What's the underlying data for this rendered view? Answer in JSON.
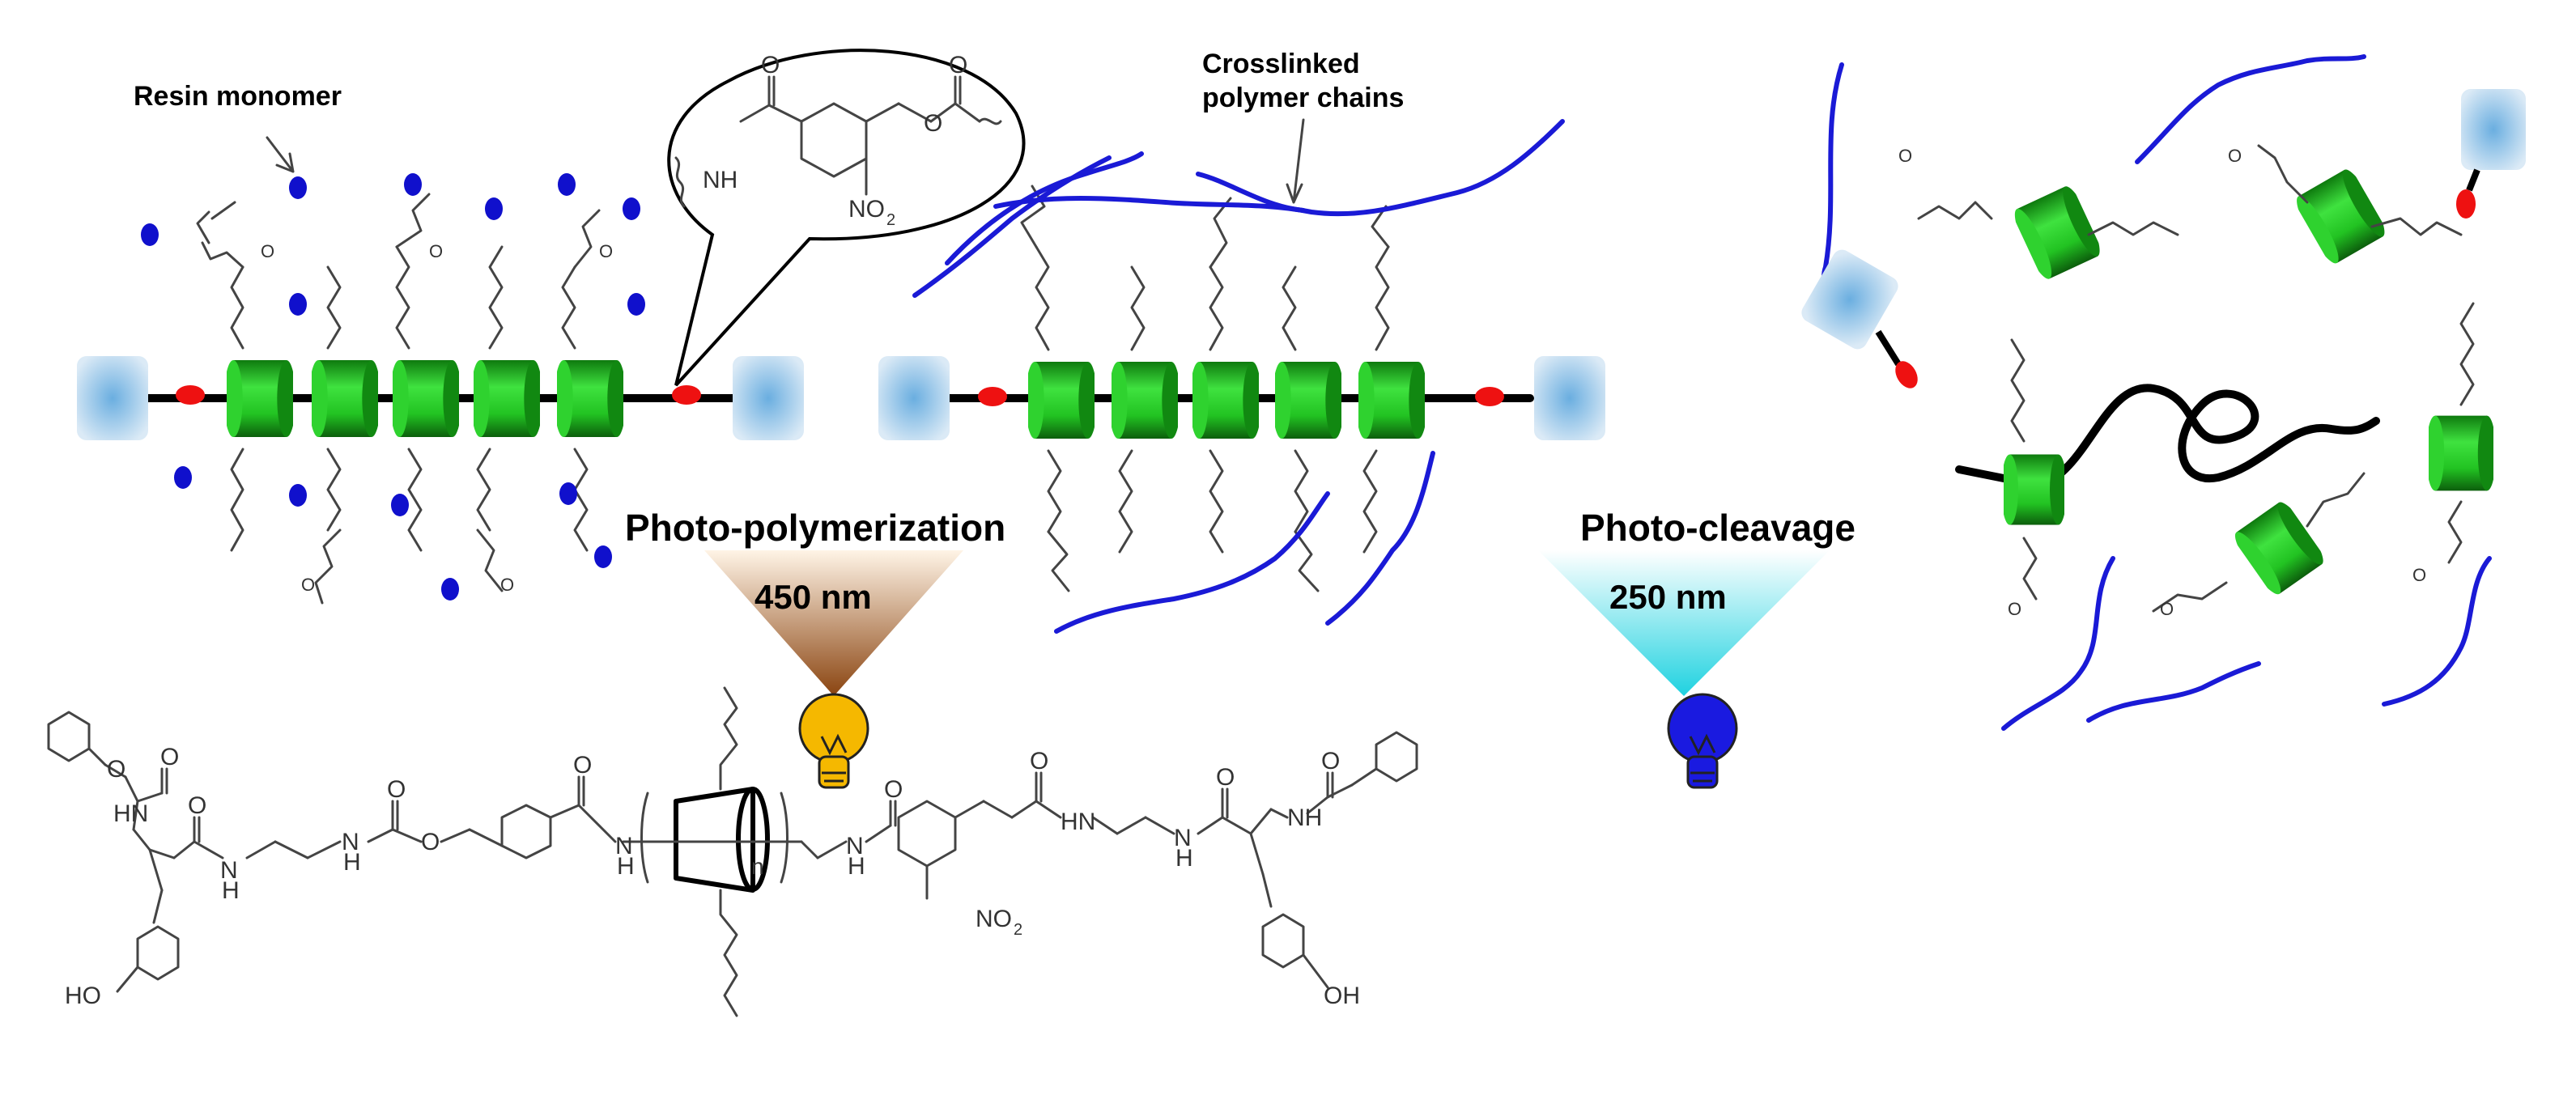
{
  "labels": {
    "resin_monomer": "Resin monomer",
    "crosslinked_line1": "Crosslinked",
    "crosslinked_line2": "polymer chains",
    "photo_polymerization": "Photo-polymerization",
    "wavelength_polymerization": "450  nm",
    "photo_cleavage": "Photo-cleavage",
    "wavelength_cleavage": "250  nm"
  },
  "chem": {
    "nh": "NH",
    "no2": "NO",
    "no2_sub": "2",
    "hn": "HN",
    "o": "O",
    "n": "N",
    "h": "H",
    "ho": "HO",
    "oh": "OH",
    "repeat_n": "n"
  },
  "colors": {
    "ring": "#22c322",
    "stopper": "#a9cde8",
    "cleavable_linker": "#ee1111",
    "resin_monomer": "#1010cc",
    "polymer_chain": "#1a1ad6",
    "blue_light": "#1a1ae0",
    "orange_light": "#f5b800",
    "cone_polymerization": "#9a4e14",
    "cone_cleavage": "#22d4e0"
  },
  "icons": [
    "lightbulb-icon",
    "cyclodextrin-ring-icon",
    "stopper-icon"
  ]
}
